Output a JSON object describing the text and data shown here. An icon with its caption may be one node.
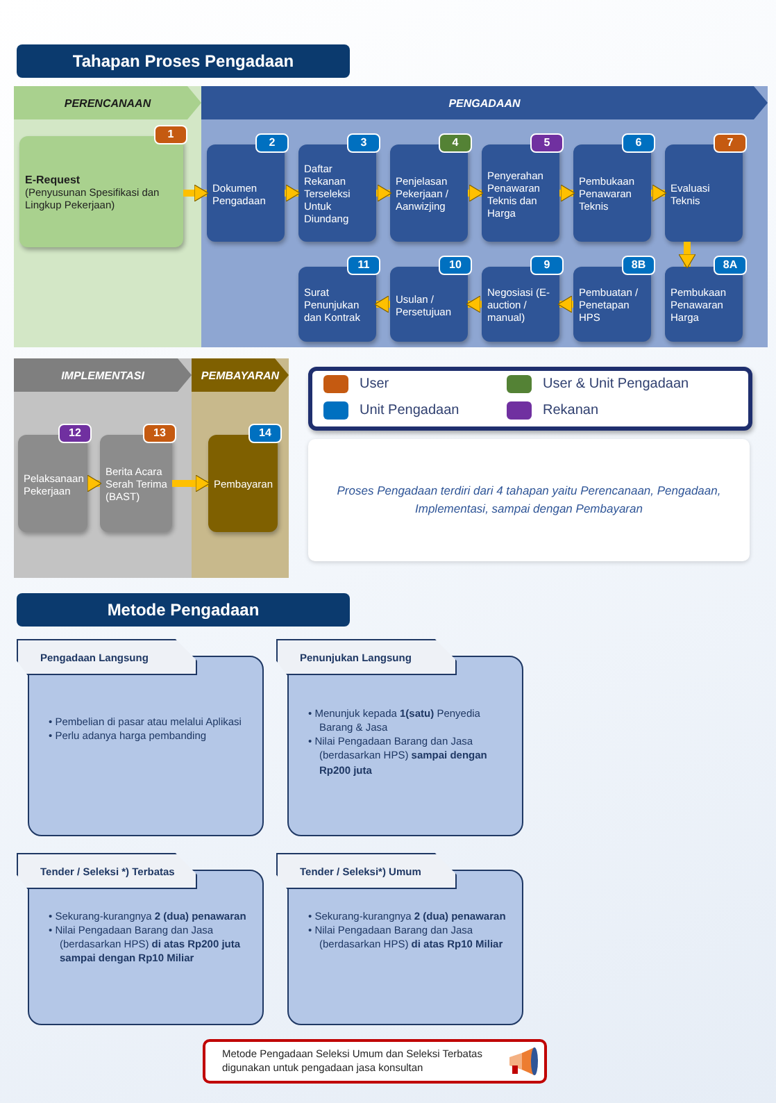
{
  "diagram": {
    "nodes": [
      {
        "text": [
          "Tahapan Proses Pengadaan"
        ]
      },
      {
        "text": [
          "PERENCANAAN"
        ]
      },
      {
        "text": [
          "1",
          "E-Request",
          "(Penyusunan Spesifikasi dan Lingkup Pekerjaan)"
        ],
        "in": 1
      },
      {
        "text": [
          "PENGADAAN"
        ]
      },
      {
        "text": [
          "2",
          "Dokumen Pengadaan"
        ],
        "in": 3
      },
      {
        "text": [
          "3",
          "Daftar Rekanan Terseleksi Untuk Diundang"
        ],
        "in": 3
      },
      {
        "text": [
          "4",
          "Penjelasan Pekerjaan / Aanwizjing"
        ],
        "in": 3
      },
      {
        "text": [
          "5",
          "Penyerahan Penawaran Teknis dan Harga"
        ],
        "in": 3
      },
      {
        "text": [
          "6",
          "Pembukaan Penawaran Teknis"
        ],
        "in": 3
      },
      {
        "text": [
          "7",
          "Evaluasi Teknis"
        ],
        "in": 3
      },
      {
        "text": [
          "8A",
          "Pembukaan Penawaran Harga"
        ],
        "in": 3
      },
      {
        "text": [
          "8B",
          "Pembuatan / Penetapan HPS"
        ],
        "in": 3
      },
      {
        "text": [
          "9",
          "Negosiasi (E-auction / manual)"
        ],
        "in": 3
      },
      {
        "text": [
          "10",
          "Usulan / Persetujuan"
        ],
        "in": 3
      },
      {
        "text": [
          "11",
          "Surat Penunjukan dan Kontrak"
        ],
        "in": 3
      },
      {
        "text": [
          "IMPLEMENTASI"
        ]
      },
      {
        "text": [
          "12",
          "Pelaksanaan Pekerjaan"
        ],
        "in": 15
      },
      {
        "text": [
          "13",
          "Berita Acara Serah Terima (BAST)"
        ],
        "in": 15
      },
      {
        "text": [
          "PEMBAYARAN"
        ]
      },
      {
        "text": [
          "14",
          "Pembayaran"
        ],
        "in": 18
      },
      {
        "text": [
          "Proses Pengadaan terdiri dari 4 tahapan yaitu Perencanaan, Pengadaan, Implementasi,  sampai dengan Pembayaran"
        ]
      },
      {
        "text": [
          "Metode Pengadaan"
        ]
      },
      {
        "text": [
          "Pengadaan Langsung",
          "• Pembelian di pasar atau melalui Aplikasi",
          "• Perlu adanya harga pembanding"
        ]
      },
      {
        "text": [
          "Penunjukan Langsung",
          "• Menunjuk kepada **1(satu)** Penyedia Barang & Jasa",
          "• Nilai Pengadaan Barang dan Jasa (berdasarkan HPS) **sampai dengan Rp200 juta**"
        ]
      },
      {
        "text": [
          "Tender / Seleksi *) Terbatas",
          "• Sekurang-kurangnya **2 (dua) penawaran**",
          "• Nilai Pengadaan Barang dan Jasa (berdasarkan HPS) **di atas Rp200 juta sampai dengan Rp10 Miliar**"
        ]
      },
      {
        "text": [
          "Tender / Seleksi*) Umum",
          "• Sekurang-kurangnya **2 (dua) penawaran**",
          "• Nilai Pengadaan Barang dan Jasa (berdasarkan HPS) **di atas Rp10 Miliar**"
        ]
      },
      {
        "text": [
          "Metode Pengadaan Seleksi Umum dan Seleksi Terbatas digunakan untuk pengadaan jasa konsultan"
        ]
      }
    ],
    "edges": [
      {
        "from": 2,
        "to": 4,
        "arrow": "to"
      },
      {
        "from": 4,
        "to": 5,
        "arrow": "to"
      },
      {
        "from": 5,
        "to": 6,
        "arrow": "to"
      },
      {
        "from": 6,
        "to": 7,
        "arrow": "to"
      },
      {
        "from": 7,
        "to": 8,
        "arrow": "to"
      },
      {
        "from": 8,
        "to": 9,
        "arrow": "to"
      },
      {
        "from": 9,
        "to": 10,
        "arrow": "to"
      },
      {
        "from": 11,
        "to": 12,
        "arrow": "to"
      },
      {
        "from": 12,
        "to": 13,
        "arrow": "to"
      },
      {
        "from": 13,
        "to": 14,
        "arrow": "to"
      },
      {
        "from": 16,
        "to": 17,
        "arrow": "to"
      },
      {
        "from": 17,
        "to": 19,
        "arrow": "to"
      }
    ],
    "legend": [
      {
        "text": "User",
        "color": "#c55a11"
      },
      {
        "text": "User & Unit Pengadaan",
        "color": "#548235"
      },
      {
        "text": "Unit Pengadaan",
        "color": "#0070c0"
      },
      {
        "text": "Rekanan",
        "color": "#7030a0"
      }
    ]
  }
}
